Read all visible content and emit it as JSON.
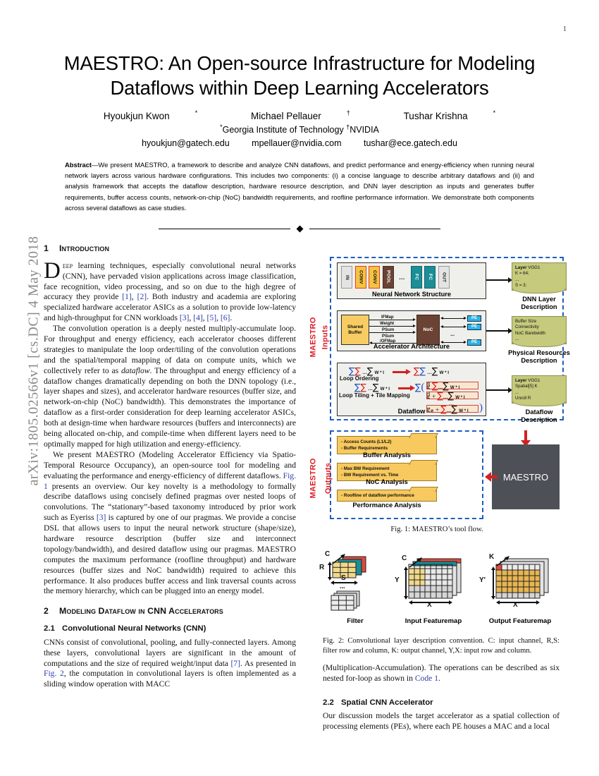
{
  "meta": {
    "arxiv_stamp": "arXiv:1805.02566v1  [cs.DC]  4 May 2018",
    "page_number": "1"
  },
  "title": {
    "line1": "MAESTRO: An Open-source Infrastructure for Modeling",
    "line2": "Dataflows within Deep Learning Accelerators"
  },
  "authors": {
    "a1": "Hyoukjun Kwon",
    "a1_sup": "*",
    "a2": "Michael Pellauer",
    "a2_sup": "†",
    "a3": "Tushar Krishna",
    "a3_sup": "*",
    "aff_sup1": "*",
    "aff1": "Georgia Institute of Technology",
    "aff_sup2": "†",
    "aff2": "NVIDIA",
    "e1": "hyoukjun@gatech.edu",
    "e2": "mpellauer@nvidia.com",
    "e3": "tushar@ece.gatech.edu"
  },
  "abstract": {
    "label": "Abstract",
    "dash": "—",
    "text": "We present MAESTRO, a framework to describe and analyze CNN dataflows, and predict performance and energy-efficiency when running neural network layers across various hardware configurations. This includes two components: (i) a concise language to describe arbitrary dataflows and (ii) and analysis framework that accepts the dataflow description, hardware resource description, and DNN layer description as inputs and generates buffer requirements, buffer access counts, network-on-chip (NoC) bandwidth requirements, and roofline performance information. We demonstrate both components across several dataflows as case studies."
  },
  "sections": {
    "s1_num": "1",
    "s1_title": "Introduction",
    "s1_p1_drop": "D",
    "s1_p1_sc": "eep",
    "s1_p1_a": " learning techniques, especially convolutional neural networks (CNN), have pervaded vision applications across image classification, face recognition, video processing, and so on due to the high degree of accuracy they provide ",
    "s1_p1_r1": "[1]",
    "s1_p1_b": ", ",
    "s1_p1_r2": "[2]",
    "s1_p1_c": ". Both industry and academia are exploring specialized hardware accelerator ASICs as a solution to provide low-latency and high-throughput for CNN workloads ",
    "s1_p1_r3": "[3]",
    "s1_p1_r4": "[4]",
    "s1_p1_r5": "[5]",
    "s1_p1_r6": "[6]",
    "s1_p2_a": "The convolution operation is a deeply nested multiply-accumulate loop. For throughput and energy efficiency, each accelerator chooses different strategies to manipulate the loop order/tiling of the convolution operations and the spatial/temporal mapping of data on compute units, which we collectively refer to as ",
    "s1_p2_it": "dataflow",
    "s1_p2_b": ". The throughput and energy efficiency of a dataflow changes dramatically depending on both the DNN topology (i.e., layer shapes and sizes), and accelerator hardware resources (buffer size, and network-on-chip (NoC) bandwidth). This demonstrates the importance of dataflow as a first-order consideration for deep learning accelerator ASICs, both at design-time when hardware resources (buffers and interconnects) are being allocated on-chip, and compile-time when different layers need to be optimally mapped for high utilization and energy-efficiency.",
    "s1_p3_a": "We present MAESTRO (Modeling Accelerator Efficiency via Spatio-Temporal Resource Occupancy), an open-source tool for modeling and evaluating the performance and energy-efficiency of different dataflows. ",
    "s1_p3_fig": "Fig. 1",
    "s1_p3_b": " presents an overview. Our key novelty is a methodology to formally describe dataflows using concisely defined pragmas over nested loops of convolutions. The “stationary”-based taxonomy introduced by prior work such as Eyeriss ",
    "s1_p3_r3": "[3]",
    "s1_p3_c": " is captured by one of our pragmas. We provide a concise DSL that allows users to input the neural network structure (shape/size), hardware resource description (buffer size and interconnect topology/bandwidth), and desired dataflow using our pragmas. MAESTRO computes the maximum performance (roofline throughput) and hardware resources (buffer sizes and NoC bandwidth) required to achieve this performance. It also produces buffer access and link traversal counts across the memory hierarchy, which can be plugged into an energy model.",
    "s2_num": "2",
    "s2_title": "Modeling Dataflow in CNN Accelerators",
    "s21_num": "2.1",
    "s21_title": "Convolutional Neural Networks (CNN)",
    "s21_p1_a": "CNNs consist of convolutional, pooling, and fully-connected layers. Among these layers, convolutional layers are significant in the amount of computations and the size of required weight/input data ",
    "s21_p1_r7": "[7]",
    "s21_p1_b": ". As presented in ",
    "s21_p1_fig": "Fig. 2",
    "s21_p1_c": ", the computation in convolutional layers is often implemented as a sliding window operation with MACC",
    "s21_cont_a": "(Multiplication-Accumulation). The operations can be described as six nested for-loop as shown in ",
    "s21_cont_code": "Code 1",
    "s21_cont_b": ".",
    "s22_num": "2.2",
    "s22_title": "Spatial CNN Accelerator",
    "s22_p1": "Our discussion models the target accelerator as a spatial collection of processing elements (PEs), where each PE houses a MAC and a local"
  },
  "figure1": {
    "caption": "Fig. 1:  MAESTRO’s tool flow.",
    "inputs_label_line1": "MAESTRO",
    "inputs_label_line2": "Inputs",
    "outputs_label_line1": "MAESTRO",
    "outputs_label_line2": "Outputs",
    "nn_panel_caption": "Neural Network Structure",
    "nn_blocks": [
      "IN",
      "CONV",
      "CONV",
      "POOL",
      "...",
      "FC",
      "FC",
      "OUT"
    ],
    "acc_panel_caption": "Accelerator Architecture",
    "shared_buffer": "Shared Buffer",
    "noc": "NoC",
    "pe": "PE",
    "wire_labels": [
      "IFMap",
      "Weight",
      "PSum",
      "PSum",
      "/OFMap"
    ],
    "df_panel_caption": "Dataflow",
    "df_label1": "Loop Ordering",
    "df_label2": "Loop Tiling + Tile Mapping",
    "df_wi": "W * I",
    "df_pe_tags": [
      "PE0",
      "PE1",
      "PE N"
    ],
    "df_dots": "...",
    "docs": [
      {
        "bold": "Layer",
        "rest": " VGG1",
        "l2": "K = 64;",
        "l3": "...",
        "l4": "S = 3;",
        "caption": "DNN Layer Description"
      },
      {
        "bold": "",
        "rest": "Buffer Size",
        "l2": "Connectivity",
        "l3": "NoC Bandwidth",
        "l4": "...",
        "caption": "Physical Resources Description"
      },
      {
        "bold": "Layer",
        "rest": " VGG1",
        "l2": "Spatial[5] K",
        "l3": "...",
        "l4": "Unroll R",
        "caption": "Dataflow Description"
      }
    ],
    "maestro_box": "MAESTRO",
    "folders": [
      {
        "l1": "- Access Counts (L1/L2)",
        "l2": "- Buffer Requirements",
        "caption": "Buffer Analysis"
      },
      {
        "l1": "- Max BW Requirement",
        "l2": "- BW Requirement vs. Time",
        "caption": "NoC Analysis"
      },
      {
        "l1": "- Roofline of dataflow performance",
        "l2": "",
        "caption": "Performance Analysis"
      }
    ]
  },
  "figure2": {
    "caption": "Fig. 2: Convolutional layer description convention. C: input channel, R,S: filter row and column, K: output channel, Y,X: input row and column.",
    "groups": [
      {
        "title": "Filter",
        "dims": [
          "C",
          "R",
          "S"
        ],
        "dots": "..."
      },
      {
        "title": "Input Featuremap",
        "dims": [
          "C",
          "Y",
          "X"
        ]
      },
      {
        "title": "Output Featuremap",
        "dims": [
          "K",
          "Y'",
          "X'"
        ]
      }
    ]
  },
  "colors": {
    "dash_blue": "#1b5fbf",
    "red_accent": "#e01b24",
    "conv_yellow": "#f5c243",
    "fc_teal": "#1b8e96",
    "pool_brown": "#6b4334",
    "pe_cyan": "#2bb6e8",
    "doc_olive": "#c5ca7c",
    "folder_amber": "#f7c95e",
    "maestro_grey": "#4d5057",
    "ref_blue": "#2b3ea8"
  }
}
